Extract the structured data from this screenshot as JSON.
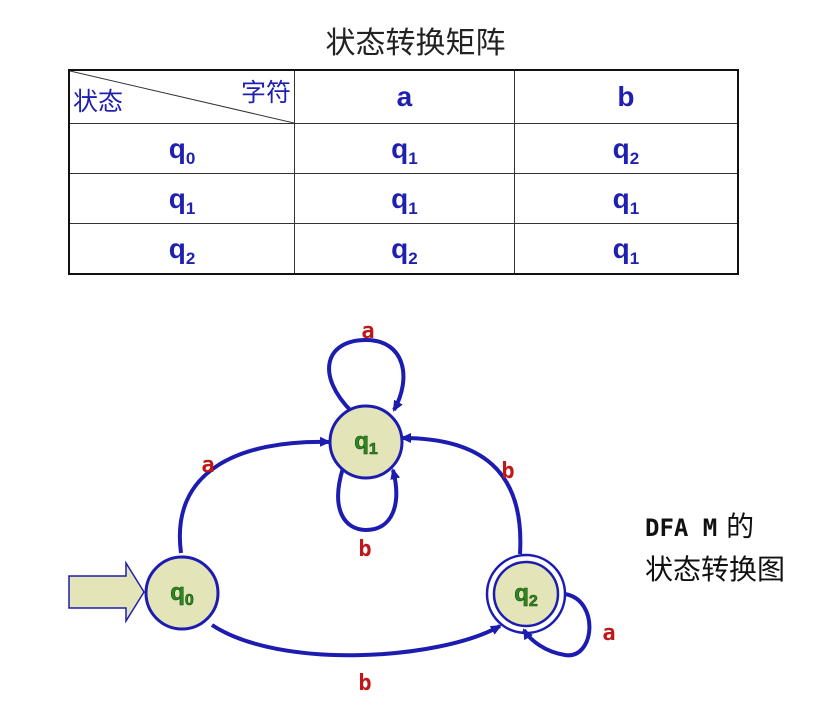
{
  "title": "状态转换矩阵",
  "matrix": {
    "corner_row_header": "状态",
    "corner_col_header": "字符",
    "columns": [
      "a",
      "b"
    ],
    "rows": [
      {
        "state": {
          "base": "q",
          "sub": "0"
        },
        "a": {
          "base": "q",
          "sub": "1"
        },
        "b": {
          "base": "q",
          "sub": "2"
        }
      },
      {
        "state": {
          "base": "q",
          "sub": "1"
        },
        "a": {
          "base": "q",
          "sub": "1"
        },
        "b": {
          "base": "q",
          "sub": "1"
        }
      },
      {
        "state": {
          "base": "q",
          "sub": "2"
        },
        "a": {
          "base": "q",
          "sub": "2"
        },
        "b": {
          "base": "q",
          "sub": "1"
        }
      }
    ]
  },
  "diagram": {
    "states": [
      {
        "id": "q0",
        "base": "q",
        "sub": "0",
        "start": true,
        "accepting": false
      },
      {
        "id": "q1",
        "base": "q",
        "sub": "1",
        "start": false,
        "accepting": false
      },
      {
        "id": "q2",
        "base": "q",
        "sub": "2",
        "start": false,
        "accepting": true
      }
    ],
    "transitions": [
      {
        "from": "q0",
        "to": "q1",
        "label": "a"
      },
      {
        "from": "q0",
        "to": "q2",
        "label": "b"
      },
      {
        "from": "q1",
        "to": "q1",
        "label": "a"
      },
      {
        "from": "q1",
        "to": "q1",
        "label": "b"
      },
      {
        "from": "q2",
        "to": "q1",
        "label": "b"
      },
      {
        "from": "q2",
        "to": "q2",
        "label": "a"
      }
    ],
    "colors": {
      "node_fill": "#e3e5b8",
      "node_stroke": "#1c1cb0",
      "node_text": "#2e8a20",
      "edge": "#1c1cb0",
      "edge_label": "#c01818",
      "start_arrow_fill": "#e3e5b8",
      "start_arrow_stroke": "#1c1cb0"
    }
  },
  "caption": {
    "line1_name": "DFA M",
    "line1_suffix": "的",
    "line2": "状态转换图"
  }
}
